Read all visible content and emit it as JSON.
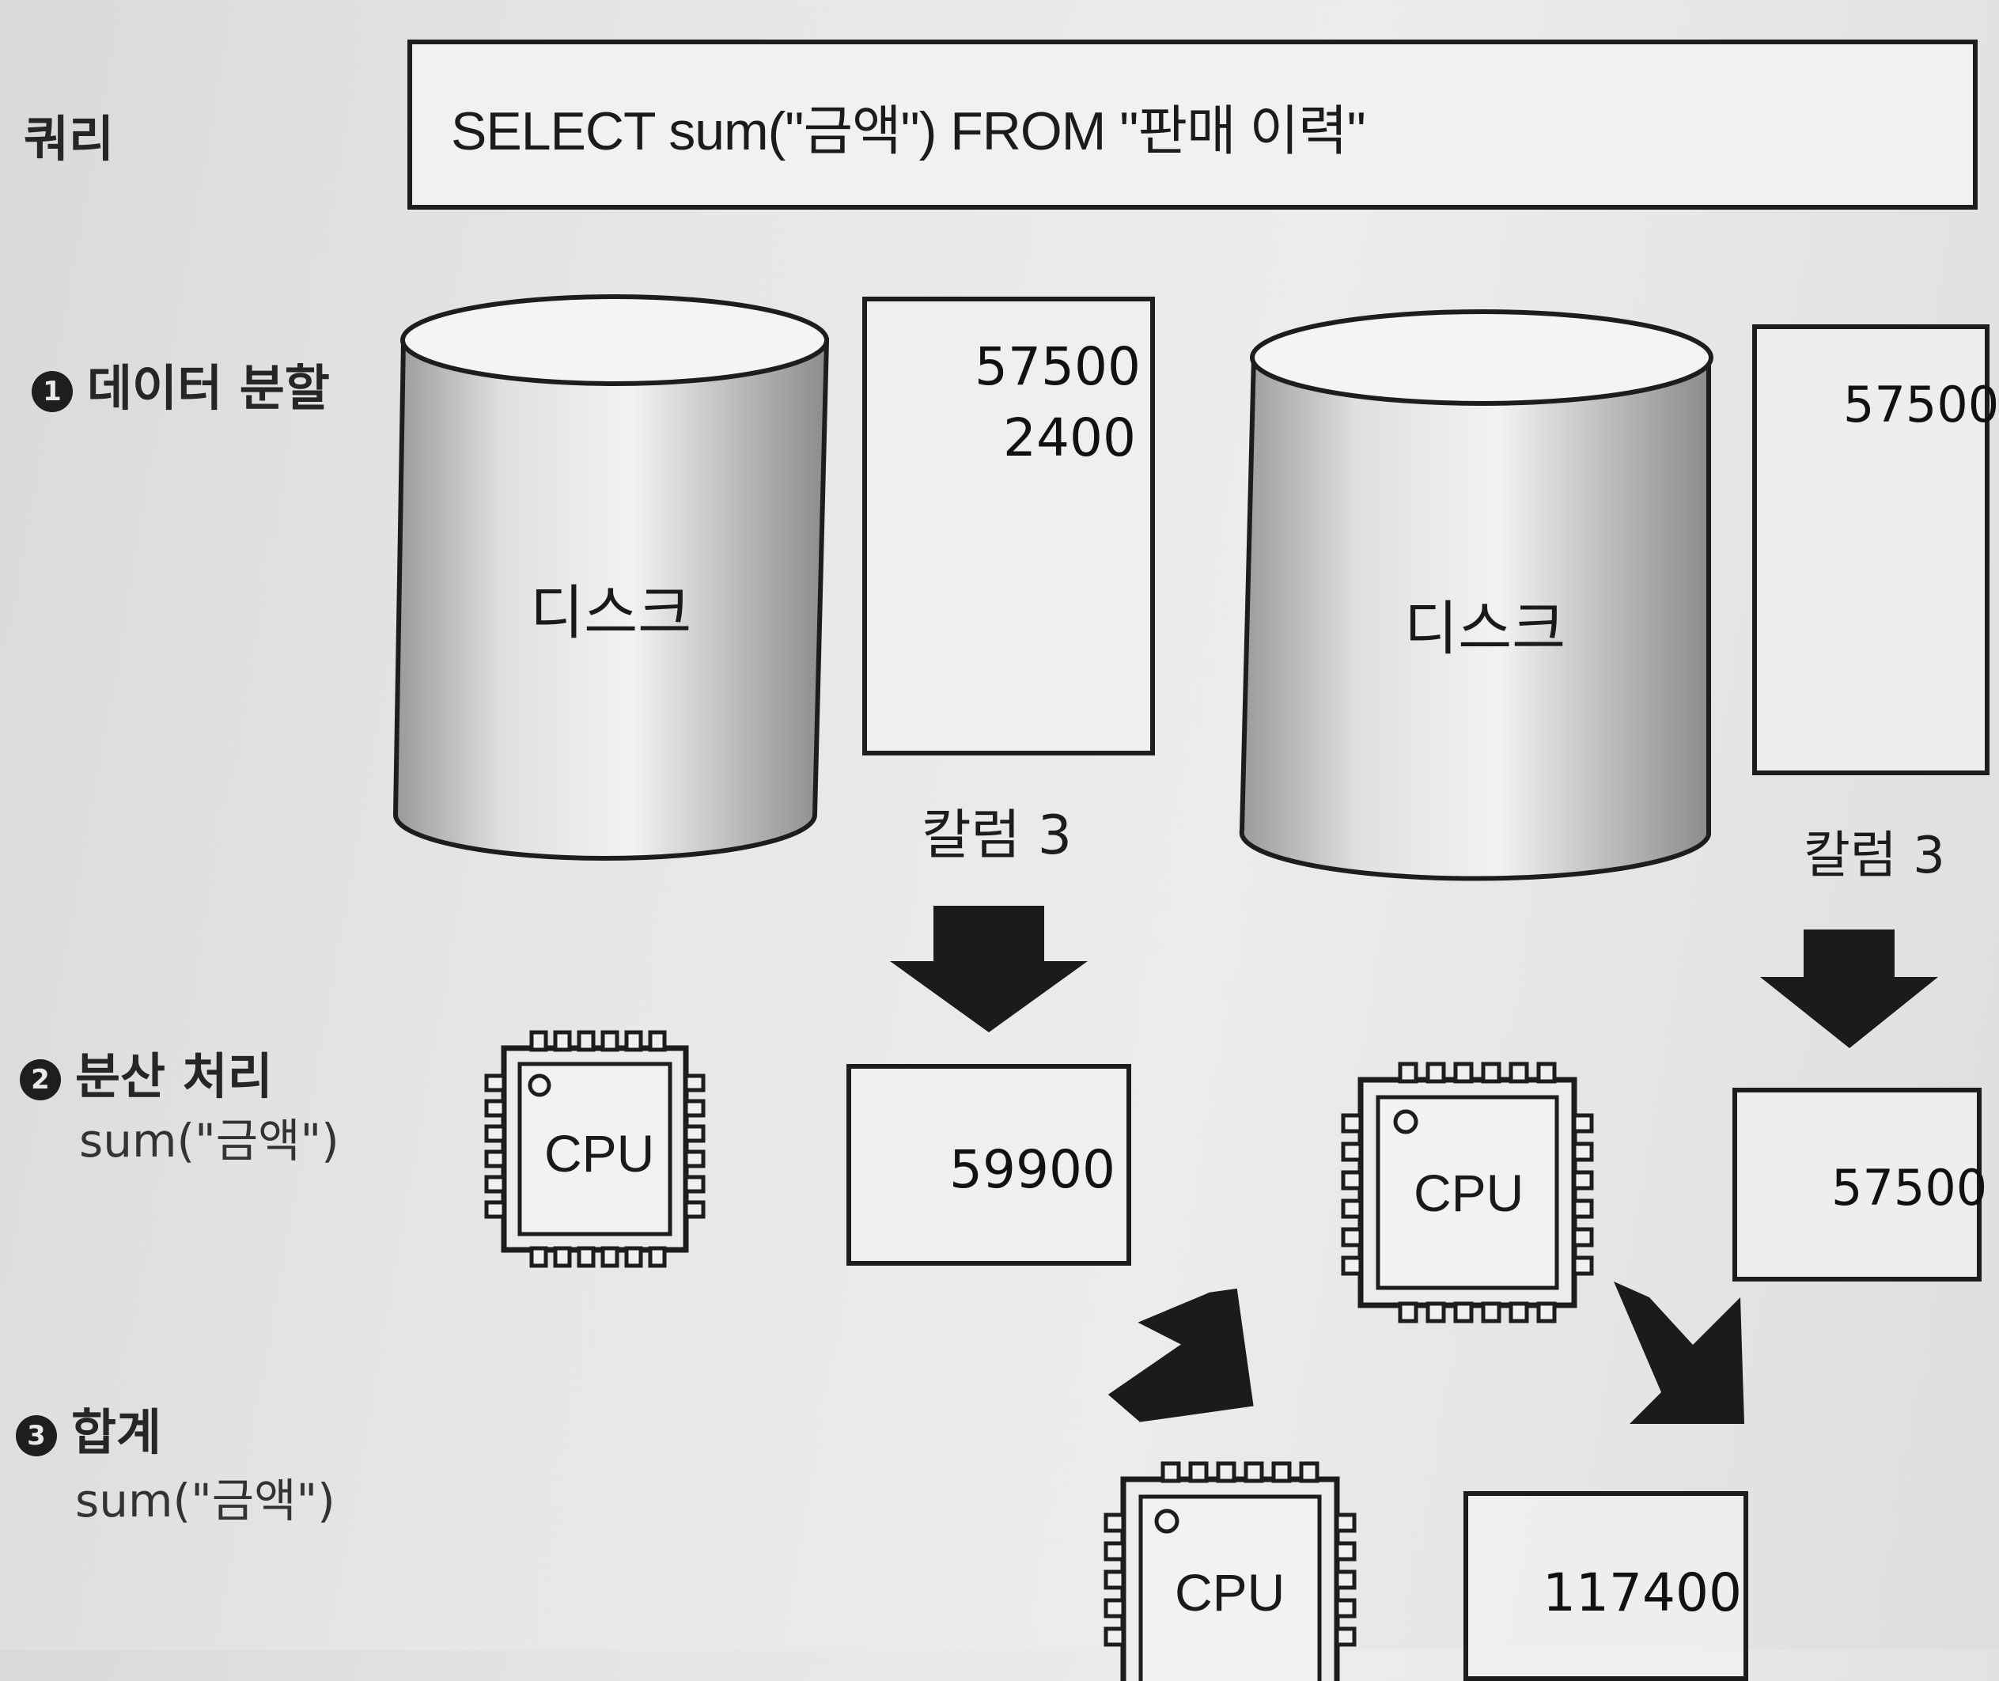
{
  "labels": {
    "query": "쿼리",
    "step1_number": "1",
    "step1": "데이터 분할",
    "step2_number": "2",
    "step2": "분산 처리",
    "step2_sub": "sum(\"금액\")",
    "step3_number": "3",
    "step3": "합계",
    "step3_sub": "sum(\"금액\")"
  },
  "query": {
    "text": "SELECT sum(\"금액\") FROM \"판매 이력\""
  },
  "nodes": [
    {
      "disk_label": "디스크",
      "column_values": [
        "57500",
        "2400"
      ],
      "column_caption": "칼럼 3",
      "cpu_label": "CPU",
      "partial_sum": "59900"
    },
    {
      "disk_label": "디스크",
      "column_values": [
        "57500"
      ],
      "column_caption": "칼럼 3",
      "cpu_label": "CPU",
      "partial_sum": "57500"
    }
  ],
  "total": {
    "cpu_label": "CPU",
    "value": "117400"
  },
  "colors": {
    "ink": "#1d1d1d",
    "paper": "#e6e6e6"
  }
}
